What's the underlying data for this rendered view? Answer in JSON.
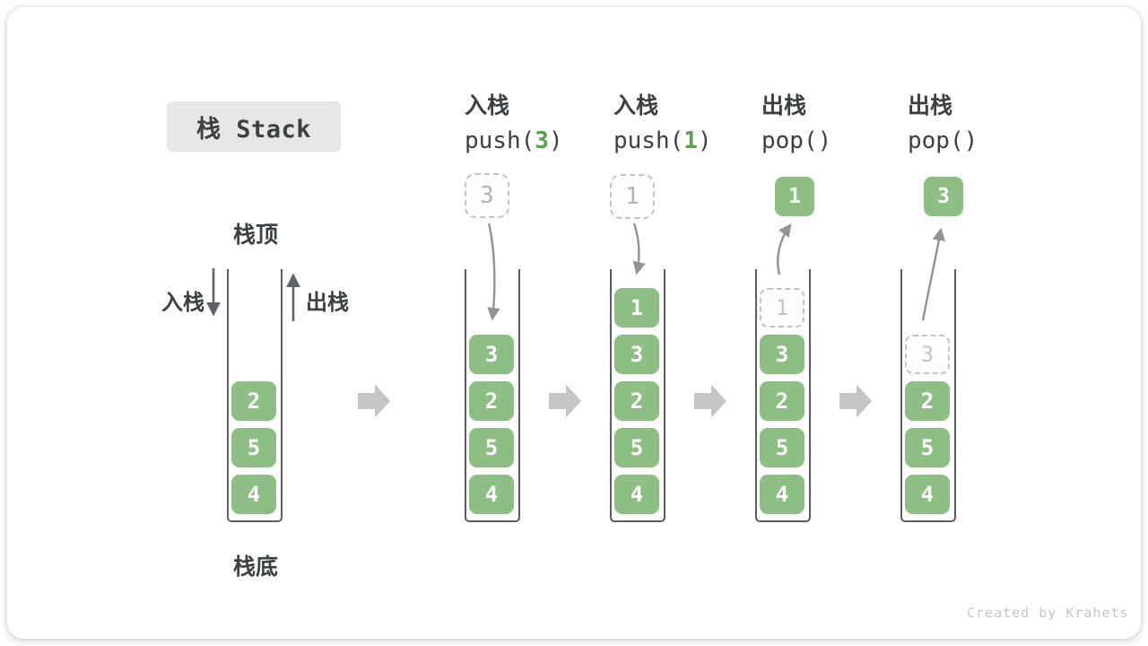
{
  "title": "栈 Stack",
  "watermark": "Created by Krahets",
  "side_labels": {
    "top": "栈顶",
    "bottom": "栈底",
    "push": "入栈",
    "pop": "出栈"
  },
  "ops": [
    {
      "zh": "入栈",
      "code_pre": "push(",
      "code_arg": "3",
      "code_post": ")"
    },
    {
      "zh": "入栈",
      "code_pre": "push(",
      "code_arg": "1",
      "code_post": ")"
    },
    {
      "zh": "出栈",
      "code_pre": "pop()",
      "code_arg": "",
      "code_post": ""
    },
    {
      "zh": "出栈",
      "code_pre": "pop()",
      "code_arg": "",
      "code_post": ""
    }
  ],
  "floats": [
    {
      "type": "dashed-incoming",
      "value": "3"
    },
    {
      "type": "dashed-incoming",
      "value": "1"
    },
    {
      "type": "popped",
      "value": "1"
    },
    {
      "type": "popped",
      "value": "3"
    }
  ],
  "stacks": [
    {
      "slots": {
        "s3": "2",
        "s4": "5",
        "s5": "4"
      }
    },
    {
      "slots": {
        "s2": "3",
        "s3": "2",
        "s4": "5",
        "s5": "4"
      }
    },
    {
      "slots": {
        "s1": "1",
        "s2": "3",
        "s3": "2",
        "s4": "5",
        "s5": "4"
      }
    },
    {
      "slots": {
        "s1": "1",
        "s2": "3",
        "s3": "2",
        "s4": "5",
        "s5": "4"
      },
      "removed_slot": "s1"
    },
    {
      "slots": {
        "s2": "3",
        "s3": "2",
        "s4": "5",
        "s5": "4"
      },
      "removed_slot": "s2"
    }
  ],
  "colors": {
    "badge-bg": "#e7e7e7",
    "dark-text": "#3b4043",
    "green": "#8dbf85",
    "green-code": "#5aa04e",
    "item-text": "#ffffff",
    "wall": "#5b5f63",
    "arrow-dark": "#5f6368",
    "arrow-gray": "#939393",
    "flow-arrow": "#c5c5c5",
    "dashed-border": "#c4c4c4",
    "dashed-text": "#c6c6c6",
    "dashed-float-text": "#b5b5b5",
    "watermark": "#c6c6c6"
  }
}
